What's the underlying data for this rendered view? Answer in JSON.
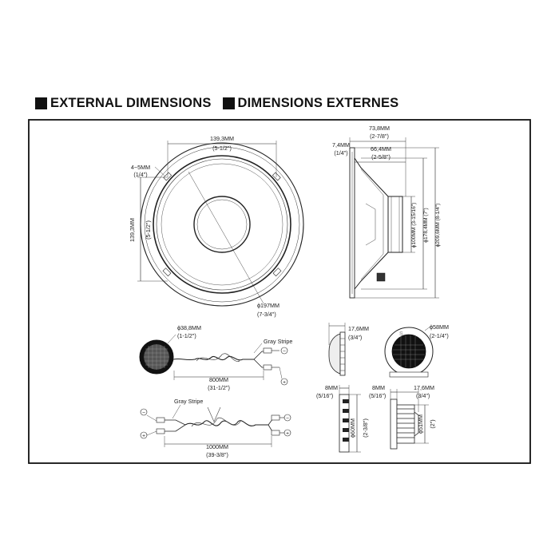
{
  "headers": {
    "left": "EXTERNAL DIMENSIONS",
    "right": "DIMENSIONS EXTERNES"
  },
  "woofer_front": {
    "width_mm": "139,3MM",
    "width_in": "(5-1/2\")",
    "height_mm": "139,3MM",
    "height_in": "(5-1/2\")",
    "hole_mm": "4~5MM",
    "hole_in": "(1/4\")",
    "dia_mm": "ϕ197MM",
    "dia_in": "(7-3/4\")"
  },
  "woofer_side": {
    "depth_mm": "73,8MM",
    "depth_in": "(2-7/8\")",
    "mount_mm": "66,4MM",
    "mount_in": "(2-5/8\")",
    "flange_mm": "7,4MM",
    "flange_in": "(1/4\")",
    "magnet": "ϕ100MM (3-15/16\")",
    "cutout": "ϕ178,4MM (7\")",
    "outer": "ϕ209,6MM (8-1/4\")"
  },
  "tweeter_cable": {
    "dia_mm": "ϕ38,8MM",
    "dia_in": "(1-1/2\")",
    "stripe": "Gray Stripe",
    "length_mm": "800MM",
    "length_in": "(31-1/2\")"
  },
  "crossover_cable": {
    "stripe": "Gray Stripe",
    "length_mm": "1000MM",
    "length_in": "(39-3/8\")"
  },
  "tweeter_side": {
    "depth_mm": "17,6MM",
    "depth_in": "(3/4\")"
  },
  "tweeter_front": {
    "dia_mm": "ϕ58MM",
    "dia_in": "(2-1/4\")"
  },
  "mount_ring": {
    "thick_mm": "8MM",
    "thick_in": "(5/16\")",
    "dia_mm": "ϕ60MM",
    "dia_in": "(2-3/8\")"
  },
  "flush_mount": {
    "thick_mm": "8MM",
    "thick_in": "(5/16\")",
    "depth_mm": "17,6MM",
    "depth_in": "(3/4\")",
    "dia_mm": "ϕ51MM",
    "dia_in": "(2\")"
  },
  "terminal_signs": {
    "minus": "−",
    "plus": "+"
  }
}
